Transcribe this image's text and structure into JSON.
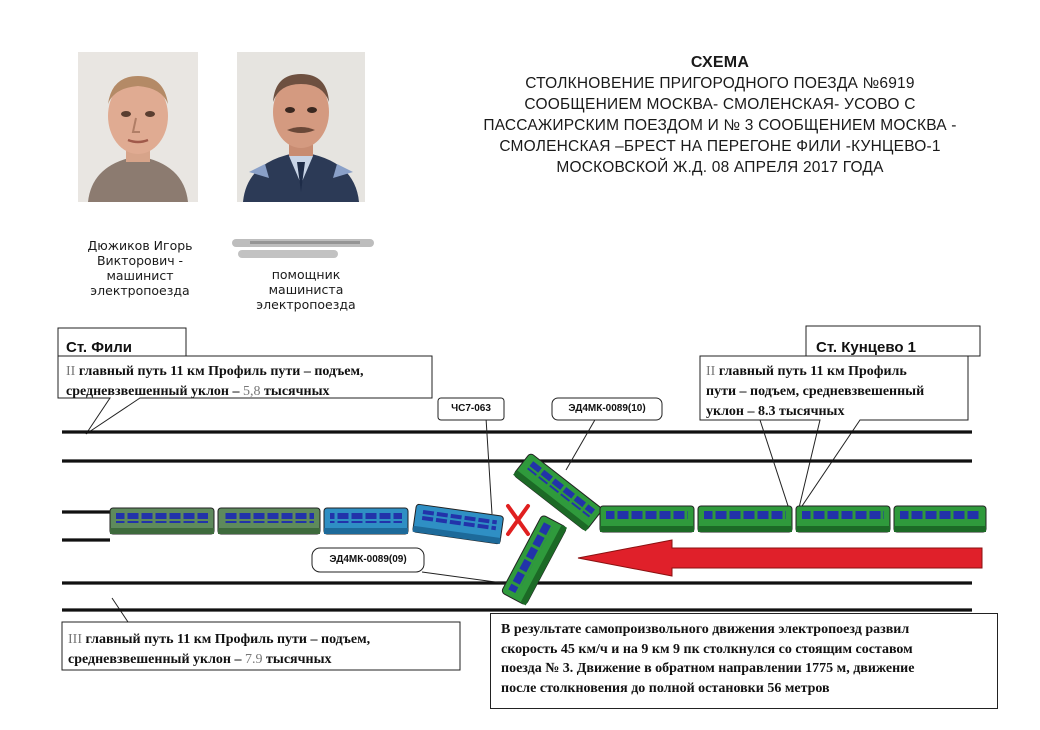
{
  "title": {
    "heading": "СХЕМА",
    "lines": [
      "СТОЛКНОВЕНИЕ  ПРИГОРОДНОГО ПОЕЗДА №6919",
      "СООБЩЕНИЕМ МОСКВА- СМОЛЕНСКАЯ- УСОВО С",
      "ПАССАЖИРСКИМ ПОЕЗДОМ И № 3 СООБЩЕНИЕМ МОСКВА -",
      "СМОЛЕНСКАЯ –БРЕСТ НА ПЕРЕГОНЕ ФИЛИ -КУНЦЕВО-1",
      "МОСКОВСКОЙ Ж.Д. 08 АПРЕЛЯ 2017 ГОДА"
    ]
  },
  "people": [
    {
      "caption_lines": [
        "Дюжиков Игорь",
        "Викторович -",
        "машинист",
        "электропоезда"
      ]
    },
    {
      "caption_lines": [
        "помощник",
        "машиниста",
        "электропоезда"
      ]
    }
  ],
  "stations": {
    "left": "Ст. Фили",
    "right": "Ст. Кунцево 1"
  },
  "notes": {
    "track2_left": {
      "prefix": "II",
      "line1": " главный путь 11 км Профиль пути – подъем,",
      "line2a": "средневзвешенный уклон – ",
      "value": "5,8",
      "line2b": " тысячных"
    },
    "track2_right": {
      "prefix": "II",
      "line1": " главный путь 11 км Профиль",
      "line2": "пути – подъем, средневзвешенный",
      "line3": "уклон – 8.3 тысячных"
    },
    "track3": {
      "prefix": "III",
      "line1": " главный путь 11 км Профиль пути – подъем,",
      "line2a": "средневзвешенный уклон – ",
      "value": "7.9",
      "line2b": " тысячных"
    }
  },
  "tags": {
    "loco": "ЧС7-063",
    "emu_front": "ЭД4МК-0089(10)",
    "emu_rear": "ЭД4МК-0089(09)"
  },
  "result_text": [
    "В результате самопроизвольного движения электропоезд развил",
    "скорость 45 км/ч и на 9 км 9 пк столкнулся со стоящим составом",
    "поезда № 3. Движение в обратном направлении 1775 м, движение",
    "после столкновения до полной остановки 56 метров"
  ],
  "colors": {
    "passenger_car": "#5e8a5c",
    "blue_car": "#2f8fc4",
    "emu_car": "#2f9a3c",
    "window_blue": "#2233aa",
    "arrow_red": "#e0202a",
    "collision_x": "#e02020"
  }
}
